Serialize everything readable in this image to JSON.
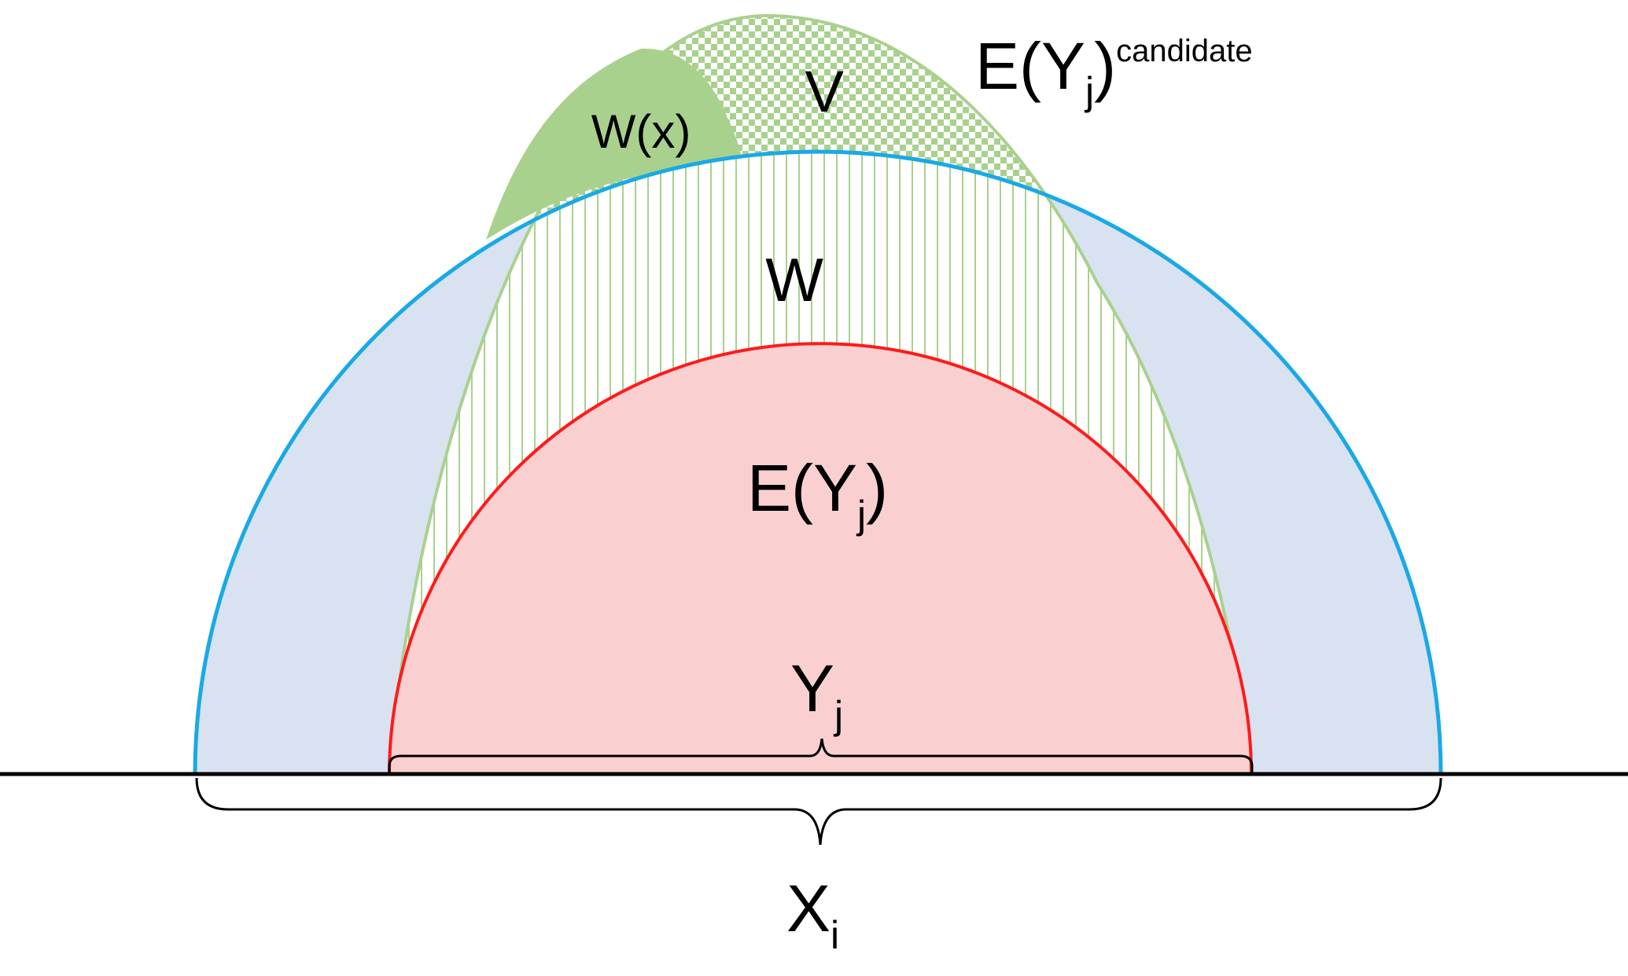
{
  "labels": {
    "candidate": {
      "main": "E(Y",
      "sub": "j",
      "close": ")",
      "sup": "candidate"
    },
    "v": "V",
    "w_x": "W(x)",
    "w": "W",
    "e_yj": {
      "main": "E(Y",
      "sub": "j",
      "close": ")"
    },
    "yj": {
      "main": "Y",
      "sub": "j"
    },
    "xi": {
      "main": "X",
      "sub": "i"
    }
  },
  "colors": {
    "blue_fill": "#d9e2f1",
    "blue_stroke": "#1aa9e5",
    "green_fill": "#a9d18e",
    "green_stroke": "#a9d18e",
    "hatch_line": "#a9d18e",
    "checker": "#a9d18e",
    "red_fill": "#f9cfd0",
    "red_stroke": "#ff1a1a",
    "axis": "#000000"
  }
}
